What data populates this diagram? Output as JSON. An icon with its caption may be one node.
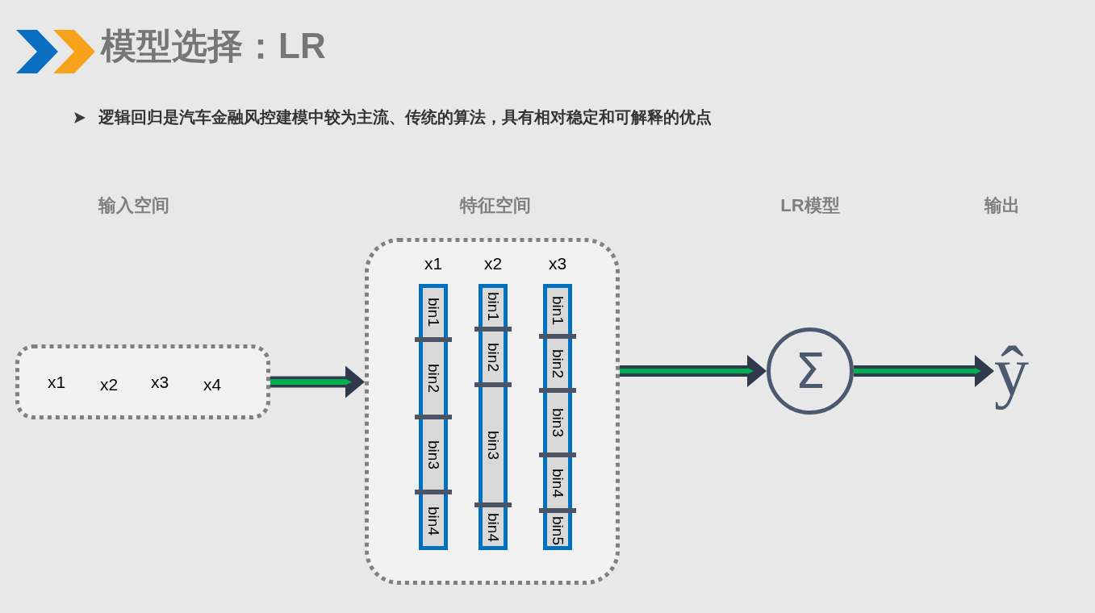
{
  "diagram": {
    "title": "模型选择：LR",
    "nodes": [
      {
        "text": [
          "x1",
          "x2",
          "x3",
          "x4"
        ]
      },
      {
        "text": [],
        "shape": "box"
      },
      {
        "text": [
          "bin1",
          "bin2",
          "bin3",
          "bin4"
        ],
        "in": 1,
        "beside": [
          "x1"
        ]
      },
      {
        "text": [
          "bin1",
          "bin2",
          "bin3",
          "bin4"
        ],
        "in": 1,
        "beside": [
          "x2"
        ]
      },
      {
        "text": [
          "bin1",
          "bin2",
          "bin3",
          "bin4",
          "bin5"
        ],
        "in": 1,
        "beside": [
          "x3"
        ]
      },
      {
        "text": [
          "Σ"
        ]
      },
      {
        "text": [
          "ŷ"
        ]
      }
    ],
    "edges": [
      {
        "from": 0,
        "to": 1,
        "arrow": "to"
      },
      {
        "from": 1,
        "to": 5,
        "arrow": "to"
      },
      {
        "from": 5,
        "to": 6,
        "arrow": "to"
      }
    ],
    "labels": [
      "逻辑回归是汽车金融风控建模中较为主流、传统的算法，具有相对稳定和可解释的优点",
      "输入空间",
      "特征空间",
      "LR模型",
      "输出"
    ]
  }
}
